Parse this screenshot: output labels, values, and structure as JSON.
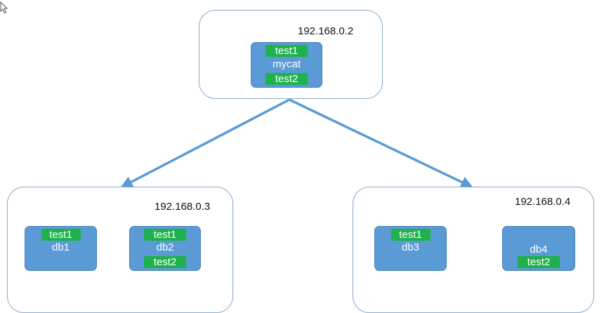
{
  "diagram": {
    "mycat_host": {
      "ip": "192.168.0.2",
      "node": {
        "label": "mycat",
        "tags": [
          "test1",
          "test2"
        ]
      }
    },
    "host_03": {
      "ip": "192.168.0.3",
      "nodes": [
        {
          "label": "db1",
          "tags": [
            "test1"
          ]
        },
        {
          "label": "db2",
          "tags": [
            "test1",
            "test2"
          ]
        }
      ]
    },
    "host_04": {
      "ip": "192.168.0.4",
      "nodes": [
        {
          "label": "db3",
          "tags": [
            "test1"
          ]
        },
        {
          "label": "db4",
          "tags": [
            "test2"
          ]
        }
      ]
    },
    "colors": {
      "host_border": "#8aa9cc",
      "node_fill": "#5b9bd5",
      "tag_fill": "#1fb24c",
      "arrow": "#5b9bd5"
    }
  }
}
